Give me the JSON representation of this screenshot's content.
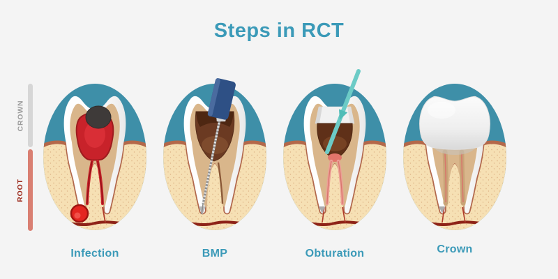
{
  "page": {
    "title": "Steps in RCT",
    "background_color": "#F4F4F4",
    "title_color": "#3B9AB8"
  },
  "axis_legend": {
    "crown_label": "CROWN",
    "root_label": "ROOT",
    "crown_bar_color": "#D6D6D6",
    "root_bar_color": "#D97F72",
    "crown_text_color": "#9B9B9B",
    "root_text_color": "#9C2C1E"
  },
  "steps": [
    {
      "label": "Infection",
      "illustration": "tooth-with-cavity-and-infected-pulp"
    },
    {
      "label": "BMP",
      "illustration": "tooth-with-endodontic-file"
    },
    {
      "label": "Obturation",
      "illustration": "tooth-with-gutta-percha-point"
    },
    {
      "label": "Crown",
      "illustration": "tooth-with-dental-crown"
    }
  ],
  "palette": {
    "oval_sky_teal": "#3E8FA8",
    "gum_tan": "#F6E0B4",
    "gum_speckle": "#E2BC8F",
    "gumline_brown": "#B4684A",
    "bone_line_dark_red": "#8E2318",
    "tooth_enamel_white": "#FCFCFC",
    "dentin_tan": "#D9B68B",
    "infection_red": "#C8222A",
    "cavity_dark": "#3E3A39",
    "chamber_brown": "#6B3A22",
    "file_handle_navy": "#2E5085",
    "file_silver": "#909090",
    "gutta_percha_teal": "#6CCBC6",
    "filled_canal_pink": "#ED9E96",
    "crown_cap_gray": "#E4E4E4"
  }
}
